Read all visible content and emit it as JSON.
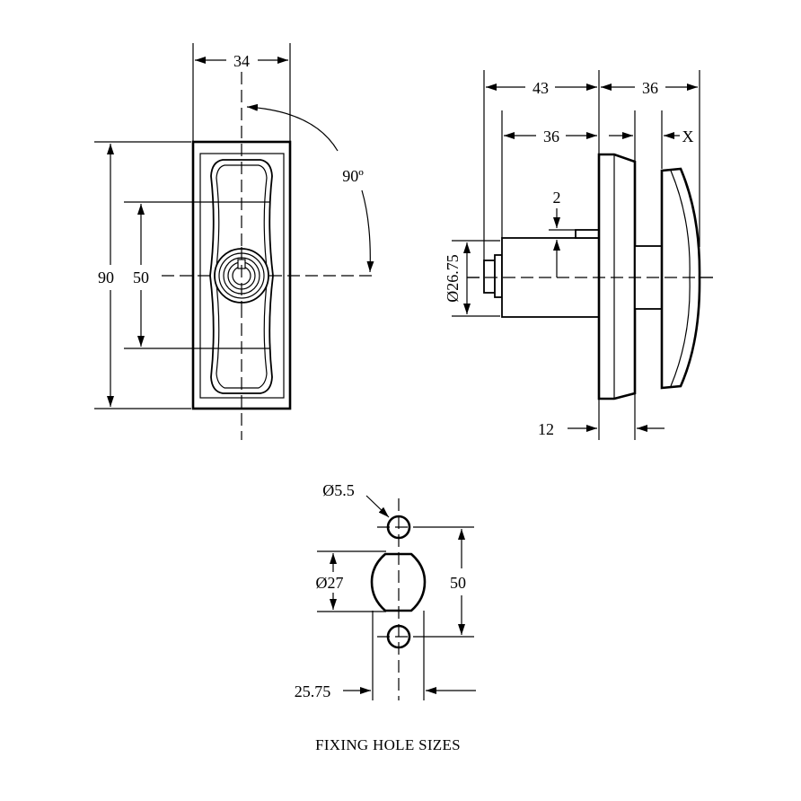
{
  "front_view": {
    "width_dim": "34",
    "height_dim": "90",
    "handle_dim": "50",
    "rotation_dim": "90º"
  },
  "side_view": {
    "overall_dim": "43",
    "right_dim": "36",
    "body_dim": "36",
    "x_dim": "X",
    "tab_dim": "2",
    "diameter_dim": "Ø26.75",
    "bottom_dim": "12"
  },
  "fixing_holes": {
    "small_hole_dim": "Ø5.5",
    "large_hole_dim": "Ø27",
    "spacing_dim": "50",
    "width_dim": "25.75",
    "caption": "FIXING HOLE SIZES"
  }
}
